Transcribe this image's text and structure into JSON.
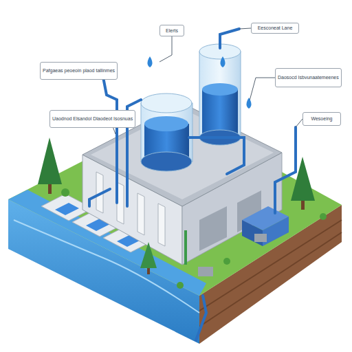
{
  "diagram": {
    "nodes": [
      {
        "text": [
          "Elerts"
        ]
      },
      {
        "text": [
          "Eesconeat Lane"
        ]
      },
      {
        "text": [
          "Pafgaeas peoeoin plaod tallinmes"
        ]
      },
      {
        "text": [
          "Uaodnod Elsandol Dlaodeot Isosnuas"
        ]
      },
      {
        "text": [
          "Daosocd Isbvunaatemeenes"
        ]
      },
      {
        "text": [
          "Wesoeing"
        ]
      }
    ]
  }
}
